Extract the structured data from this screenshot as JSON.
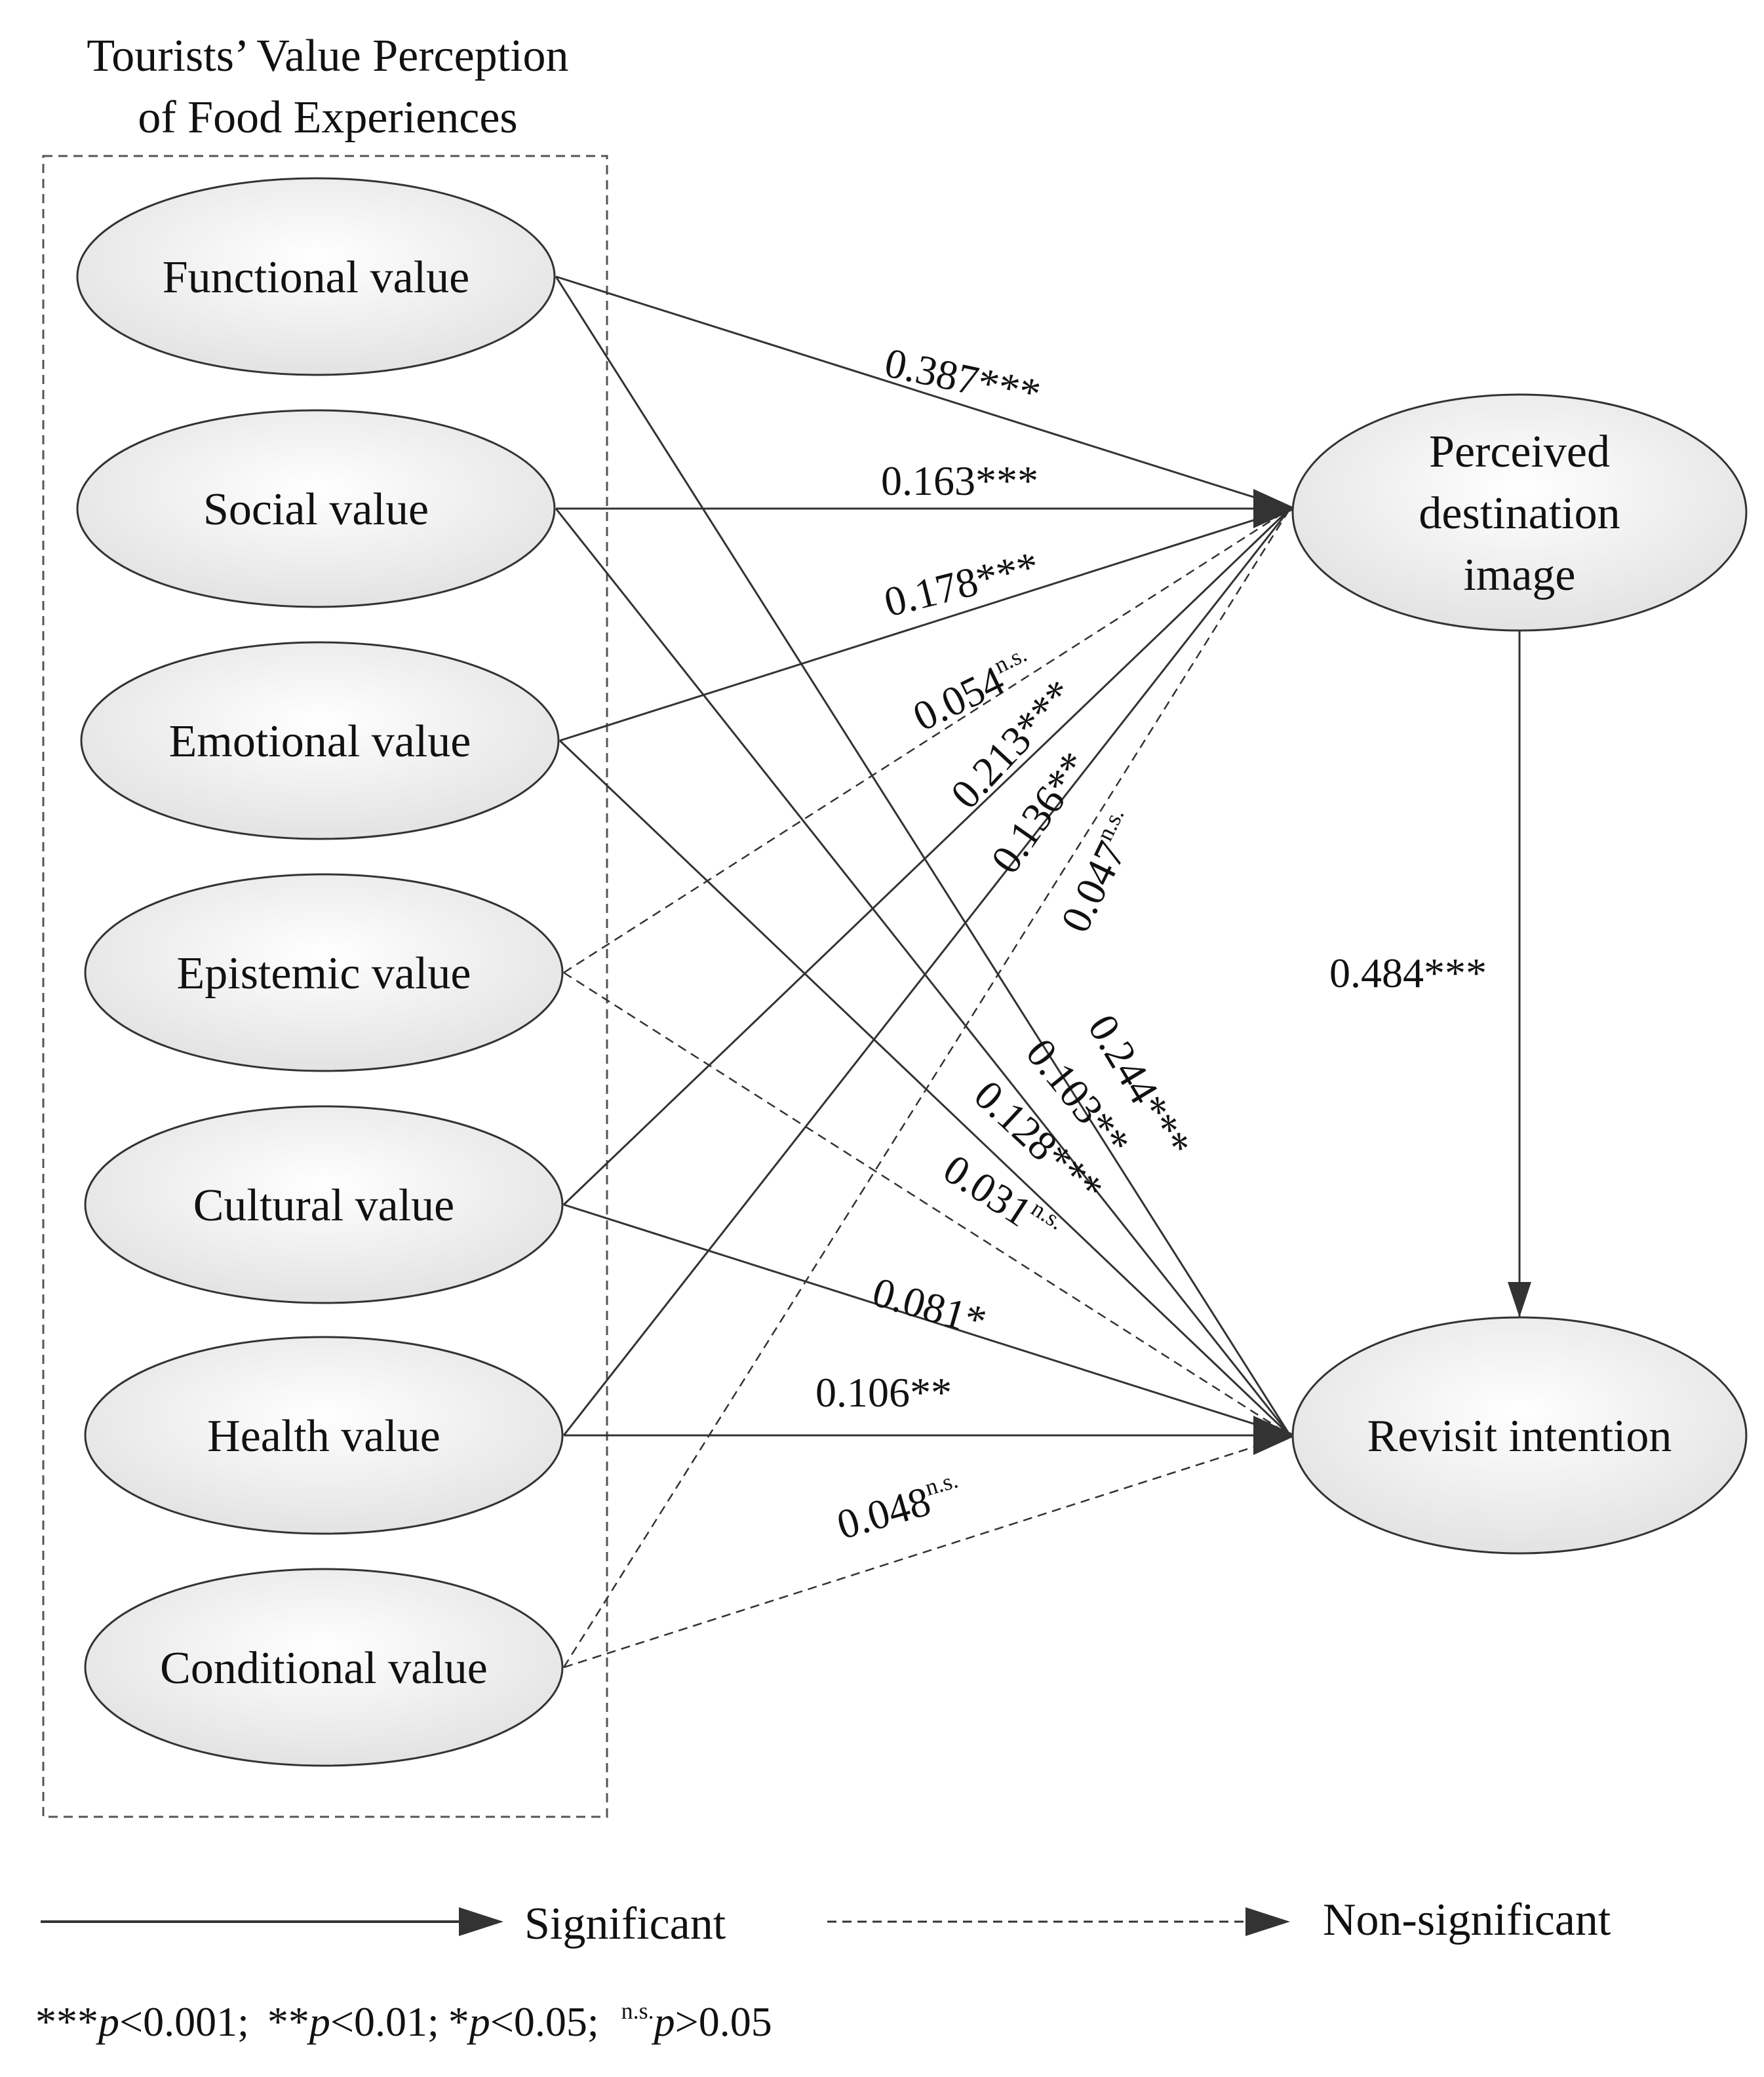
{
  "group_title": [
    "Tourists’ Value Perception",
    "of Food Experiences"
  ],
  "nodes": {
    "functional": "Functional value",
    "social": "Social value",
    "emotional": "Emotional value",
    "epistemic": "Epistemic value",
    "cultural": "Cultural value",
    "health": "Health value",
    "conditional": "Conditional value",
    "image": [
      "Perceived",
      "destination",
      "image"
    ],
    "revisit": "Revisit intention"
  },
  "paths": [
    {
      "from": "functional",
      "to": "image",
      "coef": "0.387",
      "sig": "***",
      "significant": true
    },
    {
      "from": "social",
      "to": "image",
      "coef": "0.163",
      "sig": "***",
      "significant": true
    },
    {
      "from": "emotional",
      "to": "image",
      "coef": "0.178",
      "sig": "***",
      "significant": true
    },
    {
      "from": "epistemic",
      "to": "image",
      "coef": "0.054",
      "sig": "n.s.",
      "significant": false
    },
    {
      "from": "cultural",
      "to": "image",
      "coef": "0.213",
      "sig": "***",
      "significant": true
    },
    {
      "from": "health",
      "to": "image",
      "coef": "0.136",
      "sig": "**",
      "significant": true
    },
    {
      "from": "conditional",
      "to": "image",
      "coef": "0.047",
      "sig": "n.s.",
      "significant": false
    },
    {
      "from": "functional",
      "to": "revisit",
      "coef": "0.244",
      "sig": "***",
      "significant": true
    },
    {
      "from": "social",
      "to": "revisit",
      "coef": "0.103",
      "sig": "**",
      "significant": true
    },
    {
      "from": "emotional",
      "to": "revisit",
      "coef": "0.128",
      "sig": "***",
      "significant": true
    },
    {
      "from": "epistemic",
      "to": "revisit",
      "coef": "0.031",
      "sig": "n.s.",
      "significant": false
    },
    {
      "from": "cultural",
      "to": "revisit",
      "coef": "0.081",
      "sig": "*",
      "significant": true
    },
    {
      "from": "health",
      "to": "revisit",
      "coef": "0.106",
      "sig": "**",
      "significant": true
    },
    {
      "from": "conditional",
      "to": "revisit",
      "coef": "0.048",
      "sig": "n.s.",
      "significant": false
    },
    {
      "from": "image",
      "to": "revisit",
      "coef": "0.484",
      "sig": "***",
      "significant": true
    }
  ],
  "legend": {
    "significant": "Significant",
    "nonsignificant": "Non-significant"
  },
  "note": [
    {
      "stars": "***",
      "p": "p",
      "rel": "<0.001;"
    },
    {
      "stars": "**",
      "p": "p",
      "rel": "<0.01;"
    },
    {
      "stars": "*",
      "p": "p",
      "rel": "<0.05;"
    },
    {
      "sup": "n.s.",
      "p": "p",
      "rel": ">0.05"
    }
  ]
}
